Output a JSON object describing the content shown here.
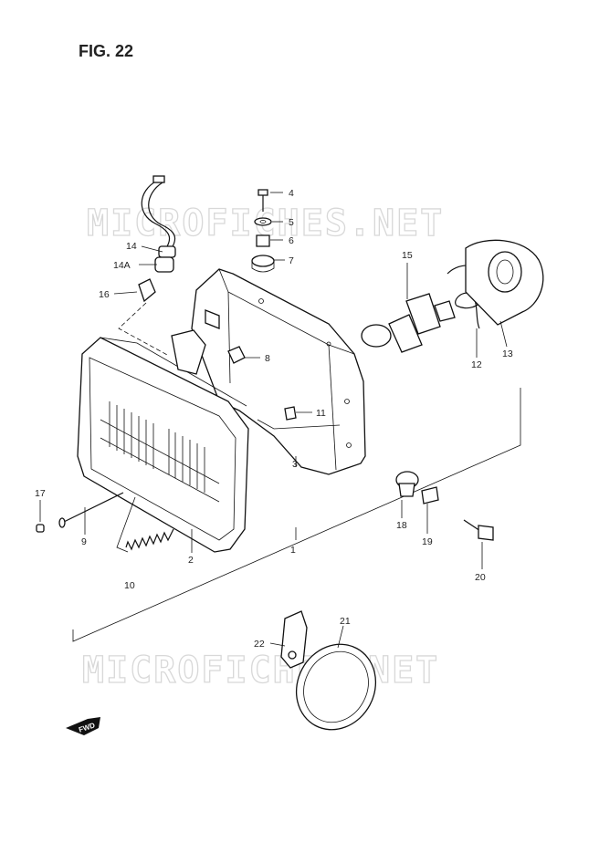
{
  "figure": {
    "title": "FIG. 22"
  },
  "watermark": {
    "text": "MICROFICHES.NET"
  },
  "fwd_label": "FWD",
  "callouts": [
    {
      "id": "c1",
      "label": "1"
    },
    {
      "id": "c2",
      "label": "2"
    },
    {
      "id": "c3",
      "label": "3"
    },
    {
      "id": "c4",
      "label": "4"
    },
    {
      "id": "c5",
      "label": "5"
    },
    {
      "id": "c6",
      "label": "6"
    },
    {
      "id": "c7",
      "label": "7"
    },
    {
      "id": "c8",
      "label": "8"
    },
    {
      "id": "c9",
      "label": "9"
    },
    {
      "id": "c10",
      "label": "10"
    },
    {
      "id": "c11",
      "label": "11"
    },
    {
      "id": "c12",
      "label": "12"
    },
    {
      "id": "c13",
      "label": "13"
    },
    {
      "id": "c14",
      "label": "14"
    },
    {
      "id": "c14a",
      "label": "14A"
    },
    {
      "id": "c15",
      "label": "15"
    },
    {
      "id": "c16",
      "label": "16"
    },
    {
      "id": "c17",
      "label": "17"
    },
    {
      "id": "c18",
      "label": "18"
    },
    {
      "id": "c19",
      "label": "19"
    },
    {
      "id": "c20",
      "label": "20"
    },
    {
      "id": "c21",
      "label": "21"
    },
    {
      "id": "c22",
      "label": "22"
    }
  ]
}
